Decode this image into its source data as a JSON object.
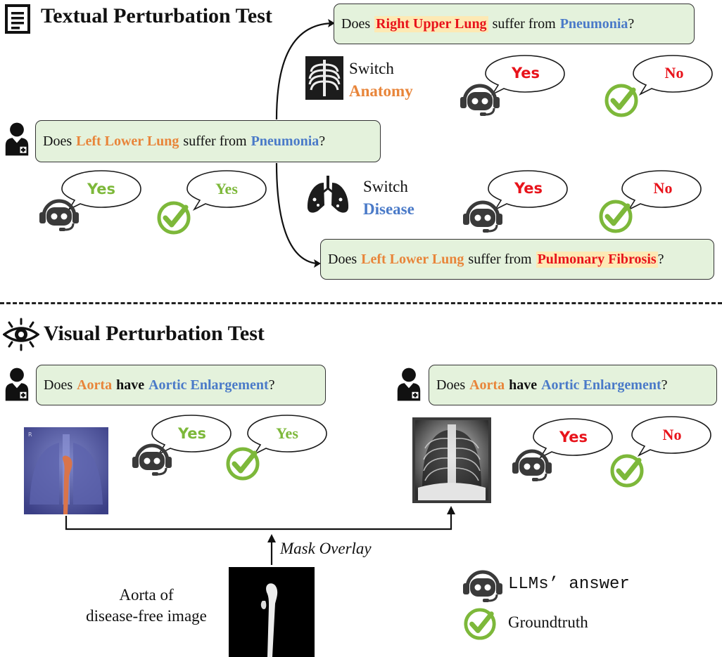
{
  "textual": {
    "title": "Textual Perturbation Test",
    "main_question": {
      "does": "Does",
      "anatomy": "Left Lower Lung",
      "mid": "suffer from",
      "disease": "Pneumonia",
      "end": "?"
    },
    "main_llm_answer": "Yes",
    "main_groundtruth": "Yes",
    "switch_anatomy": {
      "switch": "Switch",
      "label": "Anatomy"
    },
    "anatomy_question": {
      "does": "Does",
      "anatomy": "Right Upper Lung",
      "mid": "suffer from",
      "disease": "Pneumonia",
      "end": "?"
    },
    "anatomy_llm_answer": "Yes",
    "anatomy_groundtruth": "No",
    "switch_disease": {
      "switch": "Switch",
      "label": "Disease"
    },
    "disease_question": {
      "does": "Does",
      "anatomy": "Left Lower Lung",
      "mid": "suffer from",
      "disease": "Pulmonary Fibrosis",
      "end": "?"
    },
    "disease_llm_answer": "Yes",
    "disease_groundtruth": "No"
  },
  "visual": {
    "title": "Visual Perturbation Test",
    "question_left": {
      "does": "Does",
      "anatomy": "Aorta",
      "mid": "have",
      "disease": "Aortic Enlargement",
      "end": "?"
    },
    "question_right": {
      "does": "Does",
      "anatomy": "Aorta",
      "mid": "have",
      "disease": "Aortic Enlargement",
      "end": "?"
    },
    "left_llm_answer": "Yes",
    "left_groundtruth": "Yes",
    "right_llm_answer": "Yes",
    "right_groundtruth": "No",
    "xray_marker": "R",
    "mask_overlay": "Mask Overlay",
    "aorta_note_line1": "Aorta of",
    "aorta_note_line2": "disease-free image"
  },
  "legend": {
    "llm": "LLMs’ answer",
    "groundtruth": "Groundtruth"
  },
  "colors": {
    "anatomy": "#e8853a",
    "disease": "#4a7ac8",
    "highlight_text": "#e8131b",
    "highlight_bg": "#fde9b4",
    "box_fill": "#e4f2dc",
    "check_green": "#7db83a",
    "robot_gray": "#3a3a3a"
  },
  "icons": [
    "document-icon",
    "doctor-icon",
    "robot-icon",
    "check-icon",
    "ribcage-icon",
    "lungs-icon",
    "eye-icon"
  ]
}
